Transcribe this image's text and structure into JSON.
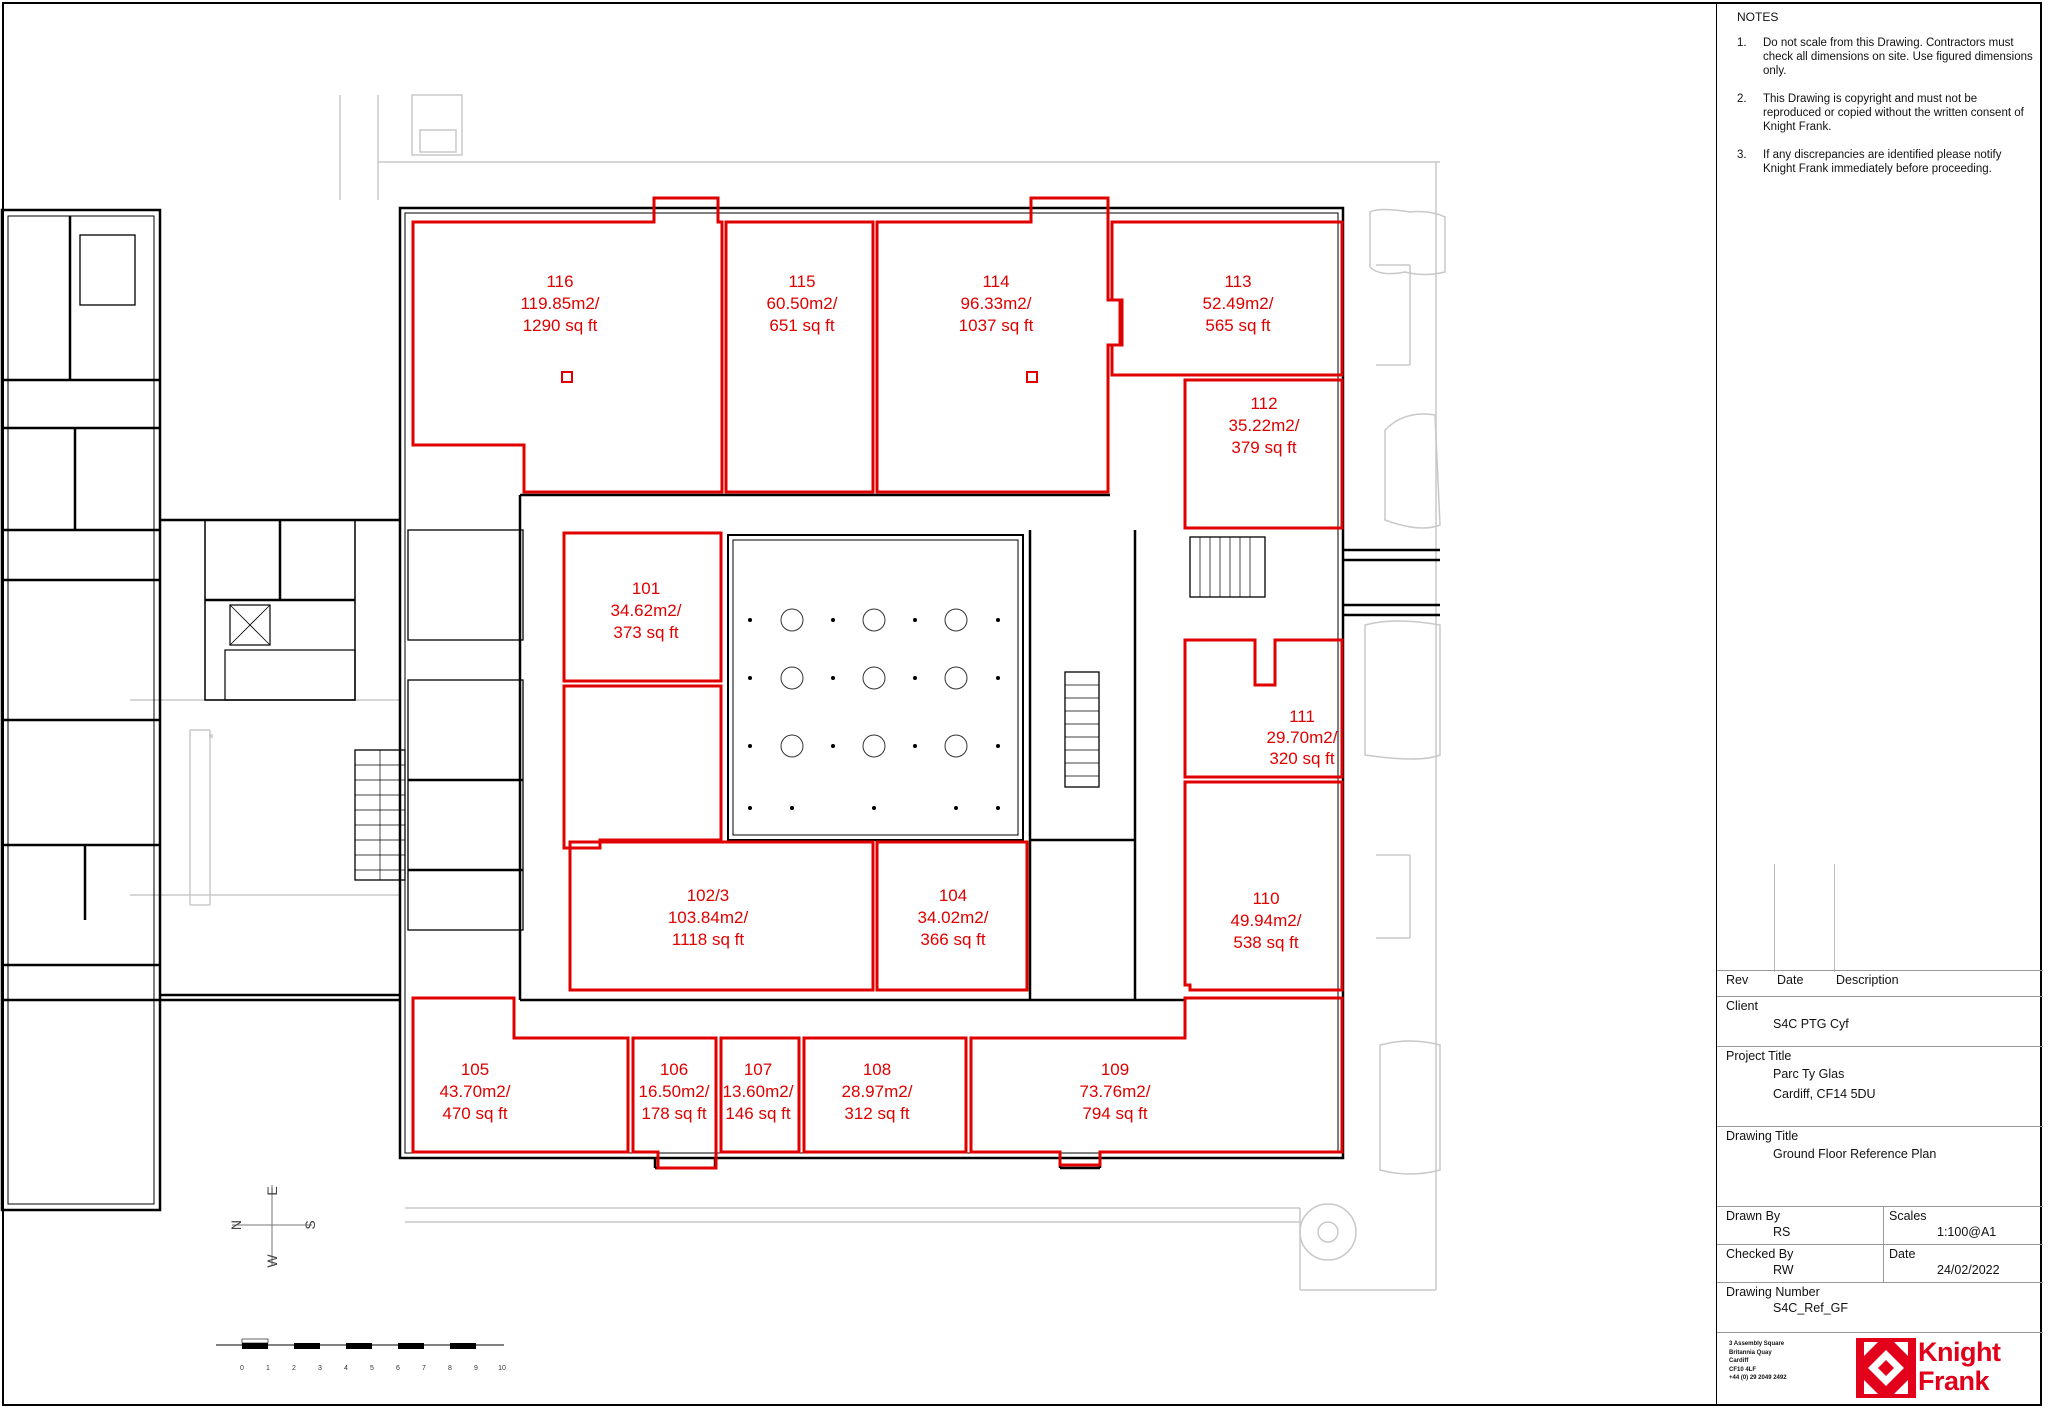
{
  "rooms": [
    {
      "number": "116",
      "area": "119.85m2/",
      "sqft": "1290 sq ft"
    },
    {
      "number": "115",
      "area": "60.50m2/",
      "sqft": "651 sq ft"
    },
    {
      "number": "114",
      "area": "96.33m2/",
      "sqft": "1037 sq ft"
    },
    {
      "number": "113",
      "area": "52.49m2/",
      "sqft": "565 sq ft"
    },
    {
      "number": "112",
      "area": "35.22m2/",
      "sqft": "379 sq ft"
    },
    {
      "number": "101",
      "area": "34.62m2/",
      "sqft": "373 sq ft"
    },
    {
      "number": "111",
      "area": "29.70m2/",
      "sqft": "320 sq ft"
    },
    {
      "number": "102/3",
      "area": "103.84m2/",
      "sqft": "1118 sq ft"
    },
    {
      "number": "104",
      "area": "34.02m2/",
      "sqft": "366 sq ft"
    },
    {
      "number": "110",
      "area": "49.94m2/",
      "sqft": "538 sq ft"
    },
    {
      "number": "105",
      "area": "43.70m2/",
      "sqft": "470 sq ft"
    },
    {
      "number": "106",
      "area": "16.50m2/",
      "sqft": "178 sq ft"
    },
    {
      "number": "107",
      "area": "13.60m2/",
      "sqft": "146 sq ft"
    },
    {
      "number": "108",
      "area": "28.97m2/",
      "sqft": "312 sq ft"
    },
    {
      "number": "109",
      "area": "73.76m2/",
      "sqft": "794 sq ft"
    }
  ],
  "compass": {
    "n": "N",
    "e": "E",
    "s": "S",
    "w": "W"
  },
  "scale_bar": {
    "ticks": [
      "0",
      "1",
      "2",
      "3",
      "4",
      "5",
      "6",
      "7",
      "8",
      "9",
      "10"
    ]
  },
  "notes": {
    "heading": "NOTES",
    "items": [
      {
        "num": "1.",
        "text": "Do not scale from this Drawing. Contractors must check all dimensions on site. Use figured dimensions only."
      },
      {
        "num": "2.",
        "text": "This Drawing is copyright and must not be reproduced or copied without the written consent of Knight Frank."
      },
      {
        "num": "3.",
        "text": "If any discrepancies are identified please notify Knight Frank immediately before proceeding."
      }
    ]
  },
  "title_block": {
    "rev_label": "Rev",
    "date_label": "Date",
    "description_label": "Description",
    "client_label": "Client",
    "client": "S4C PTG Cyf",
    "project_label": "Project Title",
    "project_line1": "Parc Ty Glas",
    "project_line2": "Cardiff, CF14 5DU",
    "drawing_title_label": "Drawing Title",
    "drawing_title": "Ground Floor Reference Plan",
    "drawn_by_label": "Drawn By",
    "drawn_by": "RS",
    "scales_label": "Scales",
    "scales": "1:100@A1",
    "checked_by_label": "Checked By",
    "checked_by": "RW",
    "date2_label": "Date",
    "date2": "24/02/2022",
    "drawing_number_label": "Drawing Number",
    "drawing_number": "S4C_Ref_GF",
    "address": [
      "3 Assembly Square",
      "Britannia Quay",
      "Cardiff",
      "CF10 4LF",
      "+44 (0) 29 2049 2492"
    ],
    "logo_line1": "Knight",
    "logo_line2": "Frank"
  },
  "colors": {
    "room_outline": "#e00000",
    "line": "#000000",
    "logo": "#e2001a"
  }
}
